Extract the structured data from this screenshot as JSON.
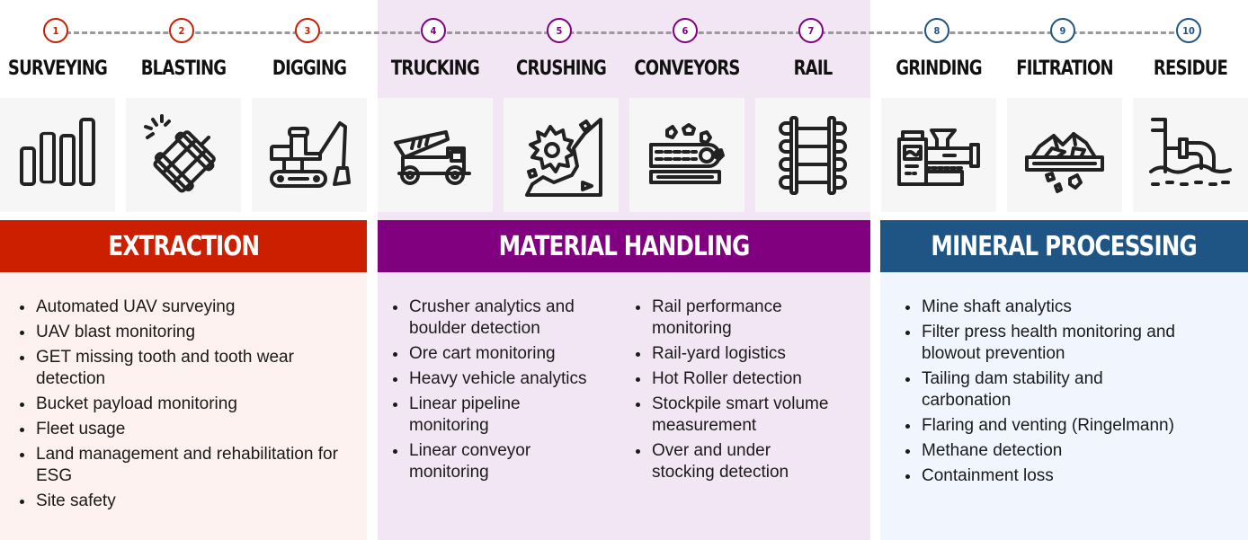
{
  "colors": {
    "extraction": "#cc1f00",
    "material_handling": "#800080",
    "mineral_processing": "#1f5585",
    "extraction_bg": "#fdf2f0",
    "material_handling_bg": "#f3e6f4",
    "mineral_processing_bg": "#f1f5fd",
    "tile_bg": "#f6f6f6",
    "connector": "#9a9a9a"
  },
  "steps": [
    {
      "number": "1",
      "label": "SURVEYING",
      "icon": "bar-chart-icon",
      "group": "extraction"
    },
    {
      "number": "2",
      "label": "BLASTING",
      "icon": "dynamite-icon",
      "group": "extraction"
    },
    {
      "number": "3",
      "label": "DIGGING",
      "icon": "excavator-icon",
      "group": "extraction"
    },
    {
      "number": "4",
      "label": "TRUCKING",
      "icon": "dump-truck-icon",
      "group": "material_handling"
    },
    {
      "number": "5",
      "label": "CRUSHING",
      "icon": "crusher-gear-icon",
      "group": "material_handling"
    },
    {
      "number": "6",
      "label": "CONVEYORS",
      "icon": "conveyor-belt-icon",
      "group": "material_handling"
    },
    {
      "number": "7",
      "label": "RAIL",
      "icon": "rail-track-icon",
      "group": "material_handling"
    },
    {
      "number": "8",
      "label": "GRINDING",
      "icon": "grinding-machine-icon",
      "group": "mineral_processing"
    },
    {
      "number": "9",
      "label": "FILTRATION",
      "icon": "filtration-sieve-icon",
      "group": "mineral_processing"
    },
    {
      "number": "10",
      "label": "RESIDUE",
      "icon": "residue-pipe-icon",
      "group": "mineral_processing"
    }
  ],
  "sections": {
    "extraction": {
      "title": "EXTRACTION",
      "items": [
        "Automated UAV surveying",
        "UAV blast monitoring",
        "GET missing tooth and tooth wear detection",
        "Bucket payload monitoring",
        "Fleet usage",
        "Land management and rehabilitation for ESG",
        "Site safety"
      ]
    },
    "material_handling": {
      "title": "MATERIAL HANDLING",
      "items_col1": [
        "Crusher analytics and boulder detection",
        "Ore cart monitoring",
        "Heavy vehicle analytics",
        "Linear pipeline monitoring",
        "Linear conveyor monitoring"
      ],
      "items_col2": [
        "Rail performance monitoring",
        "Rail-yard logistics",
        "Hot Roller detection",
        "Stockpile smart volume measurement",
        "Over and under stocking detection"
      ]
    },
    "mineral_processing": {
      "title": "MINERAL PROCESSING",
      "items": [
        "Mine shaft analytics",
        "Filter press health monitoring and blowout prevention",
        "Tailing dam stability and carbonation",
        "Flaring and venting (Ringelmann)",
        "Methane detection",
        "Containment loss"
      ]
    }
  }
}
